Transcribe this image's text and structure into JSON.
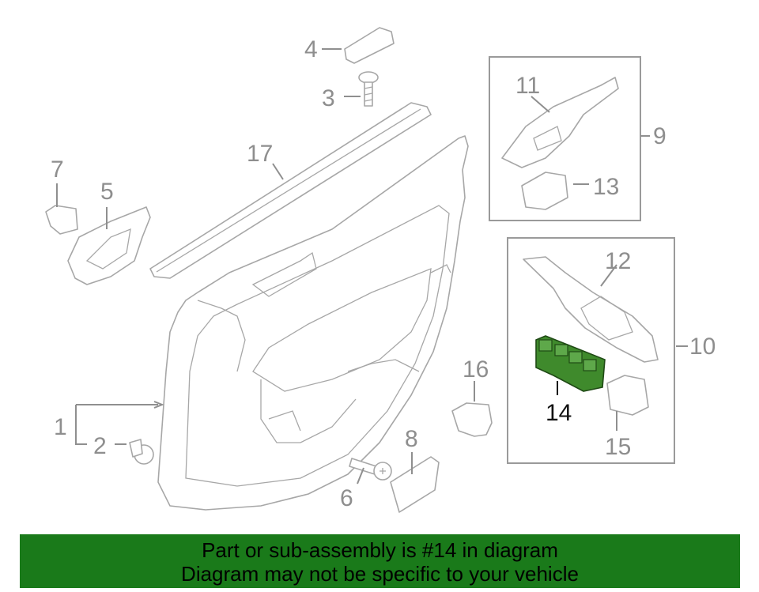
{
  "callouts": {
    "c1": "1",
    "c2": "2",
    "c3": "3",
    "c4": "4",
    "c5": "5",
    "c6": "6",
    "c7": "7",
    "c8": "8",
    "c9": "9",
    "c10": "10",
    "c11": "11",
    "c12": "12",
    "c13": "13",
    "c14": "14",
    "c15": "15",
    "c16": "16",
    "c17": "17"
  },
  "highlight_part": "14",
  "colors": {
    "highlight": "#3f8a2c",
    "banner": "#1a7a1a",
    "line": "#a7a7a7"
  },
  "banner": {
    "line1": "Part or sub-assembly is #14 in diagram",
    "line2": "Diagram may not be specific to your vehicle"
  }
}
